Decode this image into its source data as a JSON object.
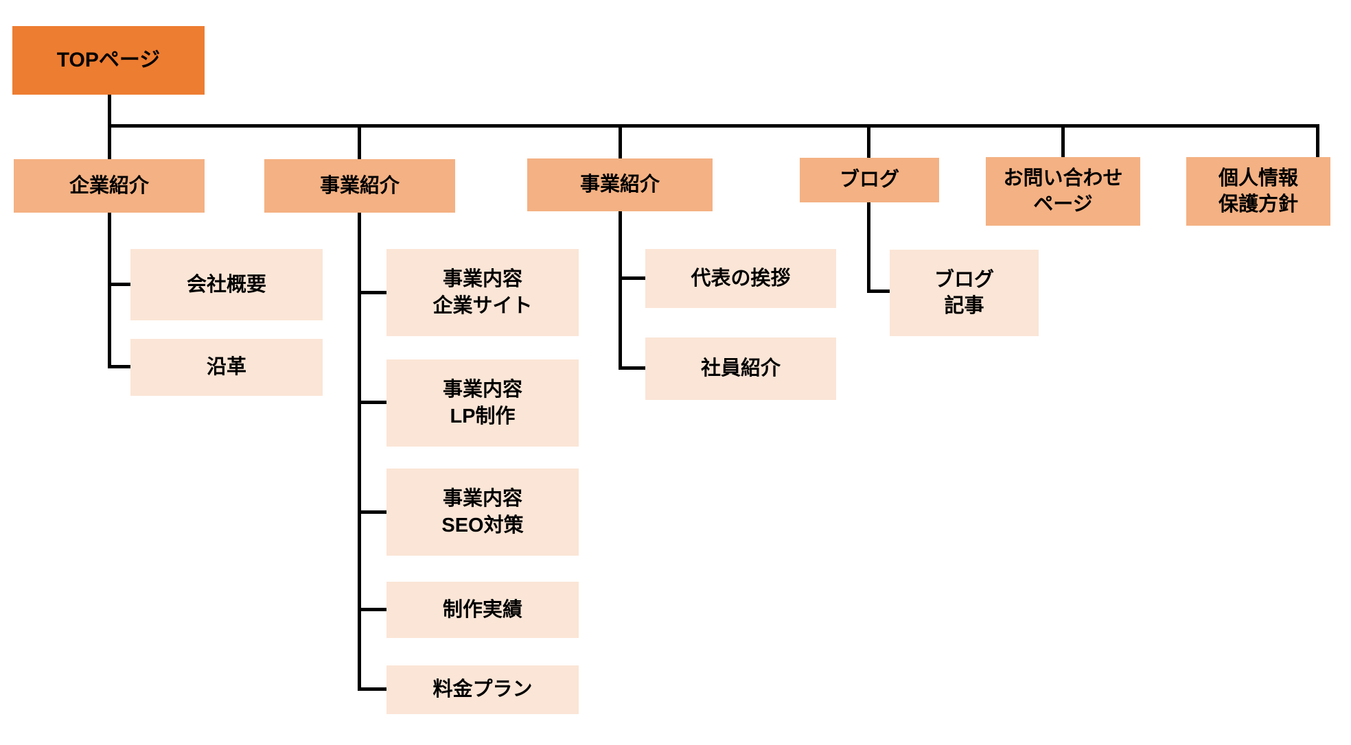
{
  "diagram_type": "sitemap-tree",
  "colors": {
    "root_bg": "#ED7D31",
    "level2_bg": "#F4B183",
    "level3_bg": "#FBE5D6",
    "line": "#000000",
    "text": "#000000",
    "background": "#FFFFFF"
  },
  "nodes": {
    "root": {
      "label": "TOPページ"
    },
    "l2_company": {
      "label": "企業紹介"
    },
    "l2_business1": {
      "label": "事業紹介"
    },
    "l2_business2": {
      "label": "事業紹介"
    },
    "l2_blog": {
      "label": "ブログ"
    },
    "l2_contact": {
      "label": "お問い合わせ\nページ"
    },
    "l2_privacy": {
      "label": "個人情報\n保護方針"
    },
    "l3_company_overview": {
      "label": "会社概要"
    },
    "l3_history": {
      "label": "沿革"
    },
    "l3_service_corporate_site": {
      "label": "事業内容\n企業サイト"
    },
    "l3_service_lp": {
      "label": "事業内容\nLP制作"
    },
    "l3_service_seo": {
      "label": "事業内容\nSEO対策"
    },
    "l3_works": {
      "label": "制作実績"
    },
    "l3_pricing": {
      "label": "料金プラン"
    },
    "l3_ceo_greeting": {
      "label": "代表の挨拶"
    },
    "l3_staff": {
      "label": "社員紹介"
    },
    "l3_blog_posts": {
      "label": "ブログ\n記事"
    }
  },
  "structure": {
    "root": "TOPページ",
    "children": [
      {
        "label": "企業紹介",
        "children": [
          "会社概要",
          "沿革"
        ]
      },
      {
        "label": "事業紹介",
        "children": [
          "事業内容 企業サイト",
          "事業内容 LP制作",
          "事業内容 SEO対策",
          "制作実績",
          "料金プラン"
        ]
      },
      {
        "label": "事業紹介",
        "children": [
          "代表の挨拶",
          "社員紹介"
        ]
      },
      {
        "label": "ブログ",
        "children": [
          "ブログ記事"
        ]
      },
      {
        "label": "お問い合わせページ",
        "children": []
      },
      {
        "label": "個人情報保護方針",
        "children": []
      }
    ]
  }
}
